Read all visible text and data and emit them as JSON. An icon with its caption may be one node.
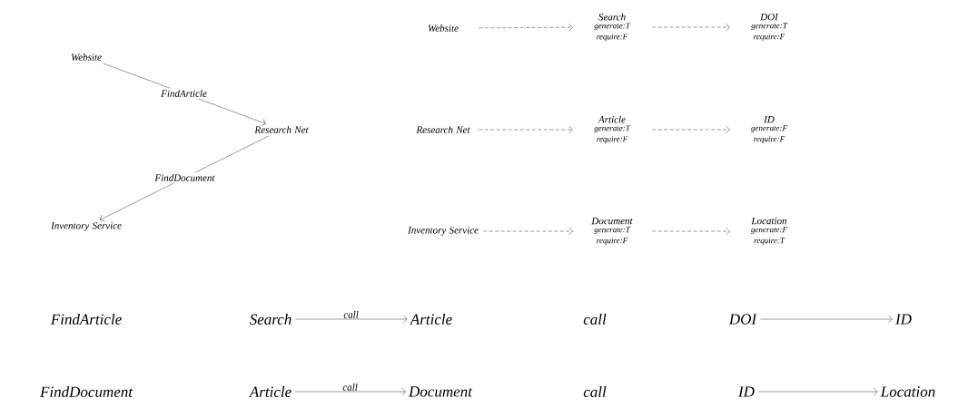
{
  "diagram": {
    "nodes": [
      {
        "text": [
          "Website"
        ]
      },
      {
        "text": [
          "Research Net"
        ]
      },
      {
        "text": [
          "Inventory Service"
        ]
      },
      {
        "text": [
          "Website"
        ]
      },
      {
        "text": [
          "Search",
          "generate:T",
          "require:F"
        ]
      },
      {
        "text": [
          "DOI",
          "generate:T",
          "require:F"
        ]
      },
      {
        "text": [
          "Research Net"
        ]
      },
      {
        "text": [
          "Article",
          "generate:T",
          "require:F"
        ]
      },
      {
        "text": [
          "ID",
          "generate:F",
          "require:F"
        ]
      },
      {
        "text": [
          "Inventory Service"
        ]
      },
      {
        "text": [
          "Document",
          "generate:T",
          "require:F"
        ]
      },
      {
        "text": [
          "Location",
          "generate:F",
          "require:T"
        ]
      },
      {
        "text": [
          "Search"
        ]
      },
      {
        "text": [
          "Article"
        ]
      },
      {
        "text": [
          "DOI"
        ]
      },
      {
        "text": [
          "ID"
        ]
      },
      {
        "text": [
          "Article"
        ]
      },
      {
        "text": [
          "Document"
        ]
      },
      {
        "text": [
          "ID"
        ]
      },
      {
        "text": [
          "Location"
        ]
      }
    ],
    "edges": [
      {
        "from": 0,
        "to": 1,
        "arrow": "to",
        "label": "FindArticle"
      },
      {
        "from": 1,
        "to": 2,
        "arrow": "to",
        "label": "FindDocument"
      },
      {
        "from": 3,
        "to": 4,
        "arrow": "to",
        "style": "dashed"
      },
      {
        "from": 4,
        "to": 5,
        "arrow": "to",
        "style": "dashed"
      },
      {
        "from": 6,
        "to": 7,
        "arrow": "to",
        "style": "dashed"
      },
      {
        "from": 7,
        "to": 8,
        "arrow": "to",
        "style": "dashed"
      },
      {
        "from": 9,
        "to": 10,
        "arrow": "to",
        "style": "dashed"
      },
      {
        "from": 10,
        "to": 11,
        "arrow": "to",
        "style": "dashed"
      },
      {
        "from": 12,
        "to": 13,
        "arrow": "to",
        "label": "call"
      },
      {
        "from": 14,
        "to": 15,
        "arrow": "to"
      },
      {
        "from": 16,
        "to": 17,
        "arrow": "to",
        "label": "call"
      },
      {
        "from": 18,
        "to": 19,
        "arrow": "to"
      }
    ],
    "labels": [
      "FindArticle",
      "call",
      "FindDocument",
      "call"
    ]
  }
}
